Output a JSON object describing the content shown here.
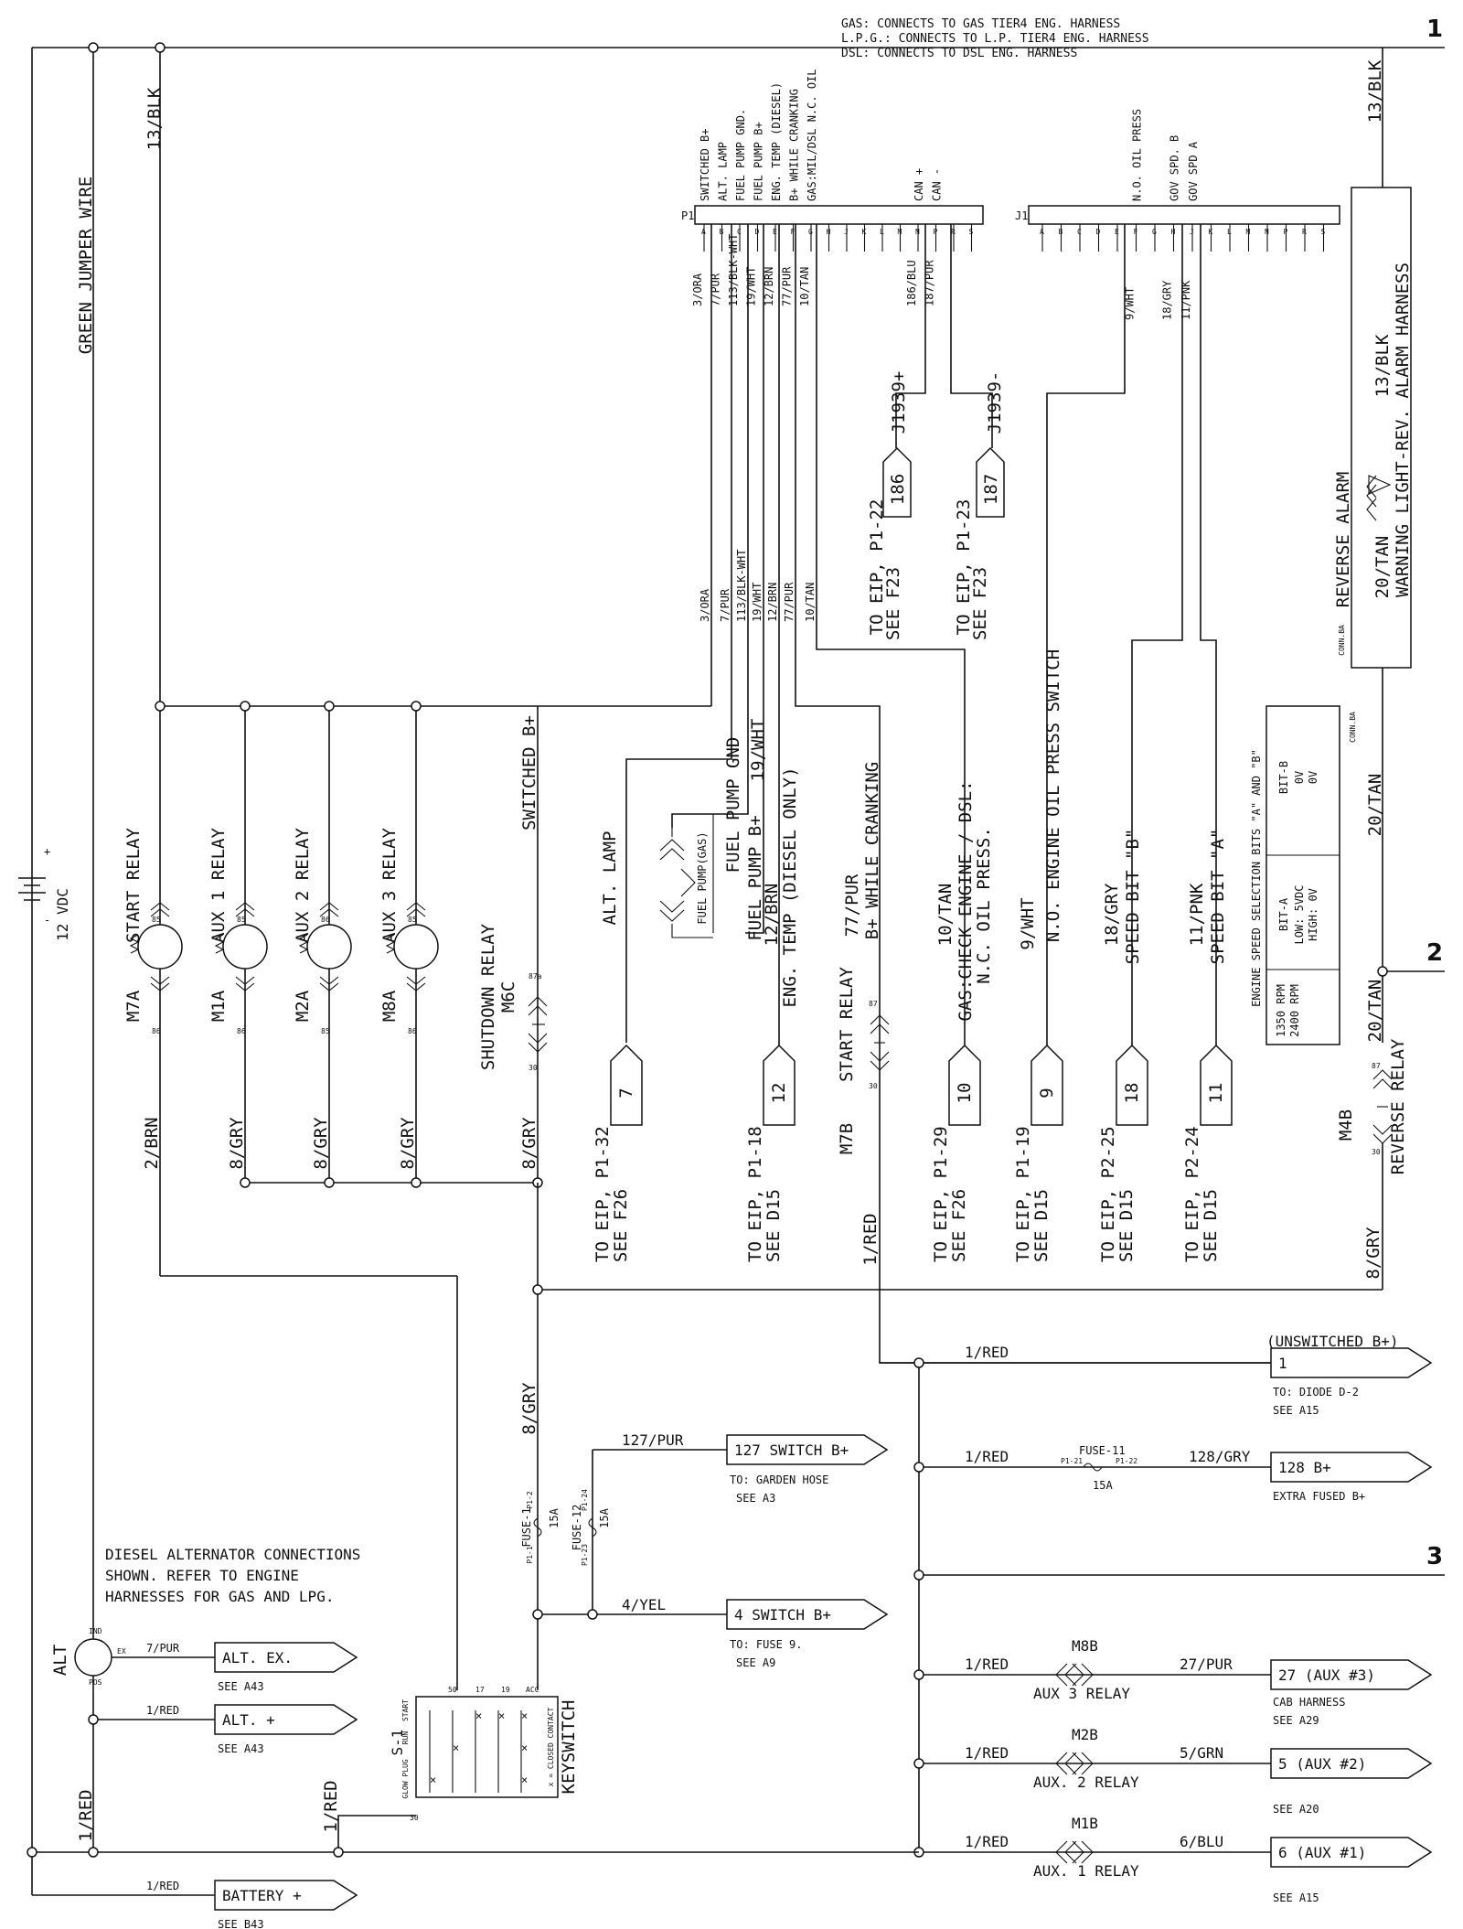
{
  "header_notes": [
    "GAS: CONNECTS TO GAS TIER4 ENG. HARNESS",
    "L.P.G.: CONNECTS TO L.P. TIER4 ENG. HARNESS",
    "DSL: CONNECTS TO DSL ENG. HARNESS"
  ],
  "zones": [
    "1",
    "2",
    "3"
  ],
  "left_labels": {
    "wire_13blk": "13/BLK",
    "green_jumper": "GREEN JUMPER WIRE",
    "vdc": "12 VDC",
    "wire_1red": "1/RED"
  },
  "relays": [
    {
      "name": "START RELAY",
      "coil": "M7A",
      "wire": "2/BRN",
      "term_top": "85",
      "term_bot": "86"
    },
    {
      "name": "AUX 1 RELAY",
      "coil": "M1A",
      "wire": "8/GRY",
      "term_top": "85",
      "term_bot": "86"
    },
    {
      "name": "AUX 2 RELAY",
      "coil": "M2A",
      "wire": "8/GRY",
      "term_top": "86",
      "term_bot": "85"
    },
    {
      "name": "AUX 3 RELAY",
      "coil": "M8A",
      "wire": "8/GRY",
      "term_top": "85",
      "term_bot": "86"
    }
  ],
  "shutdown": {
    "name": "SHUTDOWN RELAY",
    "code": "M6C",
    "wire_top": "SWITCHED B+",
    "wire_bot": "8/GRY",
    "t_top": "87a",
    "t_bot": "30"
  },
  "p1": {
    "label": "P1",
    "functions": [
      "SWITCHED B+",
      "ALT. LAMP",
      "FUEL PUMP GND.",
      "FUEL PUMP B+",
      "ENG. TEMP (DIESEL)",
      "B+ WHILE CRANKING",
      "GAS:MIL/DSL N.C. OIL",
      "",
      "",
      "",
      "",
      "",
      "CAN +",
      "CAN -",
      "",
      ""
    ],
    "pins": [
      "A",
      "B",
      "C",
      "D",
      "E",
      "F",
      "G",
      "H",
      "J",
      "K",
      "L",
      "M",
      "N",
      "P",
      "R",
      "S"
    ],
    "wires": [
      "3/ORA",
      "7/PUR",
      "113/BLK-WHT",
      "19/WHT",
      "12/BRN",
      "77/PUR",
      "10/TAN",
      "",
      "",
      "",
      "",
      "",
      "186/BLU",
      "187/PUR",
      "",
      ""
    ]
  },
  "j1": {
    "label": "J1",
    "functions": [
      "",
      "",
      "",
      "",
      "",
      "N.O. OIL PRESS",
      "",
      "GOV SPD. B",
      "GOV SPD A",
      "",
      "",
      "",
      "",
      "",
      "",
      ""
    ],
    "pins": [
      "A",
      "B",
      "C",
      "D",
      "E",
      "F",
      "G",
      "H",
      "J",
      "K",
      "L",
      "M",
      "N",
      "P",
      "R",
      "S"
    ],
    "wires": [
      "",
      "",
      "",
      "",
      "",
      "9/WHT",
      "",
      "18/GRY",
      "11/PNK",
      "",
      "",
      "",
      "",
      "",
      "",
      ""
    ]
  },
  "can": [
    {
      "name": "J1939+",
      "num": "186",
      "ref": "TO EIP, P1-22",
      "see": "SEE F23"
    },
    {
      "name": "J1939-",
      "num": "187",
      "ref": "TO EIP, P1-23",
      "see": "SEE F23"
    }
  ],
  "mid_wires": [
    "3/ORA",
    "7/PUR",
    "113/BLK-WHT",
    "19/WHT",
    "12/BRN",
    "77/PUR",
    "10/TAN"
  ],
  "branch_labels": {
    "alt_lamp": "ALT. LAMP",
    "fuel_pump_gnd": "FUEL PUMP GND",
    "fuel_pump_gnd_wire": "19/WHT",
    "fuel_pump_bplus": "FUEL PUMP B+",
    "fuel_pump_bplus_wire": "12/BRN",
    "eng_temp": "ENG. TEMP (DIESEL ONLY)",
    "fuel_pump_gas": "FUEL PUMP(GAS)",
    "start_relay": "START RELAY",
    "start_relay_code": "M7B",
    "b_cranking_wire": "77/PUR",
    "b_cranking": "B+ WHILE CRANKING",
    "start_relay_wire": "1/RED",
    "t87": "87",
    "t30": "30",
    "check_wire": "10/TAN",
    "check_1": "GAS:CHECK ENGINE / DSL:",
    "check_2": "N.C. OIL PRESS.",
    "oil_wire": "9/WHT",
    "oil_label": "N.O. ENGINE OIL PRESS SWITCH",
    "spdb_wire": "18/GRY",
    "spdb_label": "SPEED BIT \"B\"",
    "spda_wire": "11/PNK",
    "spda_label": "SPEED BIT \"A\""
  },
  "eip_connectors": [
    {
      "num": "7",
      "ref": "TO EIP, P1-32",
      "see": "SEE F26"
    },
    {
      "num": "12",
      "ref": "TO EIP, P1-18",
      "see": "SEE D15"
    },
    {
      "num": "10",
      "ref": "TO EIP, P1-29",
      "see": "SEE F26"
    },
    {
      "num": "9",
      "ref": "TO EIP, P1-19",
      "see": "SEE D15"
    },
    {
      "num": "18",
      "ref": "TO EIP, P2-25",
      "see": "SEE D15"
    },
    {
      "num": "11",
      "ref": "TO EIP, P2-24",
      "see": "SEE D15"
    }
  ],
  "speed_table": {
    "title": "ENGINE SPEED SELECTION BITS \"A\" AND \"B\"",
    "rpm": [
      "1350 RPM",
      "2400 RPM"
    ],
    "bit_a": [
      "BIT-A",
      "LOW: 5VDC",
      "HIGH: 0V"
    ],
    "bit_b": [
      "BIT-B",
      "0V",
      "0V"
    ]
  },
  "reverse": {
    "alarm": "REVERSE ALARM",
    "harness": "WARNING LIGHT-REV. ALARM HARNESS",
    "wire_in": "20/TAN",
    "wire_top": "13/BLK",
    "connector": "CONN.BA",
    "relay": "REVERSE RELAY",
    "relay_code": "M4B",
    "relay_wire": "8/GRY",
    "t87": "87",
    "t30": "30"
  },
  "bottom": {
    "gry": "8/GRY",
    "note": [
      "DIESEL ALTERNATOR CONNECTIONS",
      "SHOWN.  REFER TO ENGINE",
      "HARNESSES FOR GAS AND LPG."
    ],
    "fuse1": {
      "name": "FUSE-1",
      "amp": "15A",
      "p_in": "P1-1",
      "p_out": "P1-2"
    },
    "fuse12": {
      "name": "FUSE-12",
      "amp": "15A",
      "p_in": "P1-23",
      "p_out": "P1-24"
    },
    "fuse11": {
      "name": "FUSE-11",
      "amp": "15A",
      "p_in": "P1-21",
      "p_out": "P1-22"
    },
    "w127": "127/PUR",
    "w4": "4/YEL",
    "keyswitch": "KEYSWITCH",
    "ks_code": "S-1",
    "ks_note": "x = CLOSED CONTACT",
    "ks_cols": [
      "GLOW PLUG",
      "RUN",
      "START"
    ],
    "ks_terms": [
      "30",
      "50",
      "17",
      "19",
      "ACC"
    ],
    "alt": {
      "name": "ALT",
      "t1": "IND",
      "t2": "EX",
      "t3": "POS"
    },
    "batt_wire": "1/RED"
  },
  "outputs": [
    {
      "label": "1",
      "wire": "1/RED",
      "head": "(UNSWITCHED B+)",
      "to": "TO: DIODE D-2",
      "see": "SEE A15"
    },
    {
      "label": "128  B+",
      "wire": "128/GRY",
      "to": "EXTRA FUSED B+",
      "see": "",
      "src": "1/RED"
    },
    {
      "label": "127 SWITCH B+",
      "to": "TO: GARDEN HOSE",
      "see": "SEE A3"
    },
    {
      "label": "4 SWITCH B+",
      "to": "TO: FUSE 9.",
      "see": "SEE A9"
    },
    {
      "label": "27 (AUX #3)",
      "wire": "27/PUR",
      "src": "1/RED",
      "relay": "AUX 3 RELAY",
      "code": "M8B",
      "to": "CAB HARNESS",
      "see": "SEE A29"
    },
    {
      "label": "5  (AUX #2)",
      "wire": "5/GRN",
      "src": "1/RED",
      "relay": "AUX. 2 RELAY",
      "code": "M2B",
      "to": "",
      "see": "SEE A20"
    },
    {
      "label": "6  (AUX #1)",
      "wire": "6/BLU",
      "src": "1/RED",
      "relay": "AUX. 1 RELAY",
      "code": "M1B",
      "to": "",
      "see": "SEE A15"
    },
    {
      "label": "ALT. EX.",
      "wire": "7/PUR",
      "see": "SEE A43"
    },
    {
      "label": "ALT. +",
      "wire": "1/RED",
      "see": "SEE A43"
    },
    {
      "label": "BATTERY +",
      "wire": "1/RED",
      "see": "SEE B43"
    }
  ]
}
